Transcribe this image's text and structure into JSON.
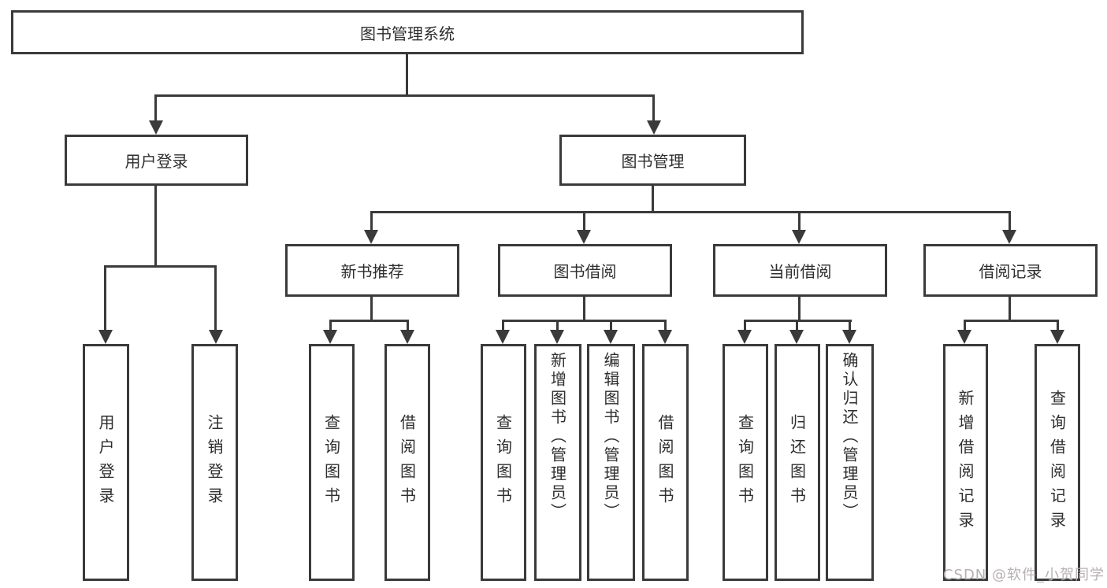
{
  "diagram": {
    "root": {
      "label": "图书管理系统"
    },
    "level2": [
      {
        "label": "用户登录"
      },
      {
        "label": "图书管理"
      }
    ],
    "level3": [
      {
        "label": "新书推荐"
      },
      {
        "label": "图书借阅"
      },
      {
        "label": "当前借阅"
      },
      {
        "label": "借阅记录"
      }
    ],
    "leaves": {
      "user_login": [
        "用户登录",
        "注销登录"
      ],
      "new_book": [
        "查询图书",
        "借阅图书"
      ],
      "book_borrow": [
        "查询图书",
        "新增图书（管理员）",
        "编辑图书（管理员）",
        "借阅图书"
      ],
      "current_borrow": [
        "查询图书",
        "归还图书",
        "确认归还（管理员）"
      ],
      "borrow_records": [
        "新增借阅记录",
        "查询借阅记录"
      ]
    }
  },
  "watermark": {
    "text": "CSDN @软件_小贺同学"
  },
  "colors": {
    "line": "#3a3a3a",
    "text": "#2e2e2e",
    "watermark": "#b9b0b0",
    "background": "#ffffff"
  }
}
